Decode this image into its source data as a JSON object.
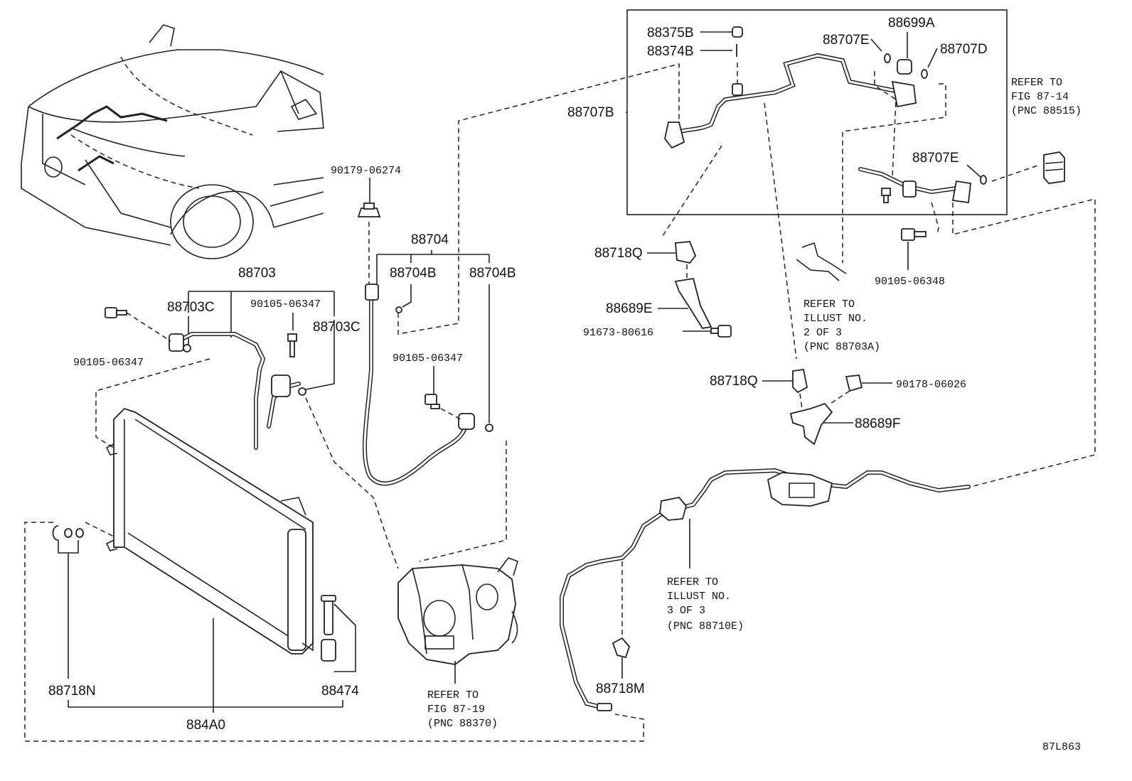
{
  "parts": {
    "p88703": "88703",
    "p88703C_a": "88703C",
    "p88703C_b": "88703C",
    "p90105_06347_a": "90105-06347",
    "p90105_06347_b": "90105-06347",
    "p90105_06347_c": "90105-06347",
    "p90179_06274": "90179-06274",
    "p88704": "88704",
    "p88704B_a": "88704B",
    "p88704B_b": "88704B",
    "p88375B": "88375B",
    "p88374B": "88374B",
    "p88707E_a": "88707E",
    "p88707E_b": "88707E",
    "p88699A": "88699A",
    "p88707D": "88707D",
    "p88707B": "88707B",
    "p88718Q_a": "88718Q",
    "p88718Q_b": "88718Q",
    "p88689E": "88689E",
    "p91673_80616": "91673-80616",
    "p90105_06348": "90105-06348",
    "p90178_06026": "90178-06026",
    "p88689F": "88689F",
    "p88718N": "88718N",
    "p884A0": "884A0",
    "p88474": "88474",
    "p88718M": "88718M"
  },
  "refs": {
    "ref_fig_87_14": [
      "REFER TO",
      "FIG 87-14",
      "(PNC 88515)"
    ],
    "ref_illust_2": [
      "REFER TO",
      "ILLUST NO.",
      "2 OF 3",
      "(PNC 88703A)"
    ],
    "ref_illust_3": [
      "REFER TO",
      "ILLUST NO.",
      "3 OF 3",
      "(PNC 88710E)"
    ],
    "ref_fig_87_19": [
      "REFER TO",
      "FIG 87-19",
      "(PNC 88370)"
    ]
  },
  "figure_code": "87L863"
}
